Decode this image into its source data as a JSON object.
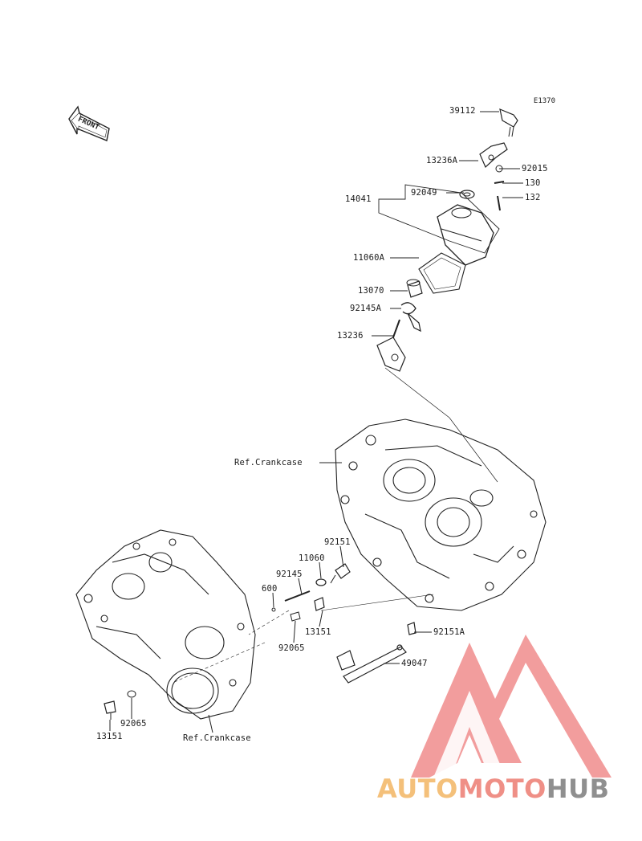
{
  "diagram": {
    "code": "E1370",
    "front_label": "FRONT",
    "labels": {
      "p39112": "39112",
      "p13236A": "13236A",
      "p92015": "92015",
      "p130": "130",
      "p132": "132",
      "p14041": "14041",
      "p92049": "92049",
      "p11060A": "11060A",
      "p13070": "13070",
      "p92145A": "92145A",
      "p13236": "13236",
      "ref_crankcase_top": "Ref.Crankcase",
      "p92151": "92151",
      "p11060": "11060",
      "p92145": "92145",
      "p600": "600",
      "p13151_mid": "13151",
      "p92065_mid": "92065",
      "p92151A": "92151A",
      "p49047": "49047",
      "p92065_low": "92065",
      "p13151_low": "13151",
      "ref_crankcase_bottom": "Ref.Crankcase"
    }
  },
  "watermark": {
    "part1": "AUTO",
    "part2": "MOTO",
    "part3": "HUB",
    "colors": {
      "auto": "#f4c07a",
      "moto": "#ef8f86",
      "hub": "#8f8f8f",
      "logo": "#f08c8c"
    }
  }
}
